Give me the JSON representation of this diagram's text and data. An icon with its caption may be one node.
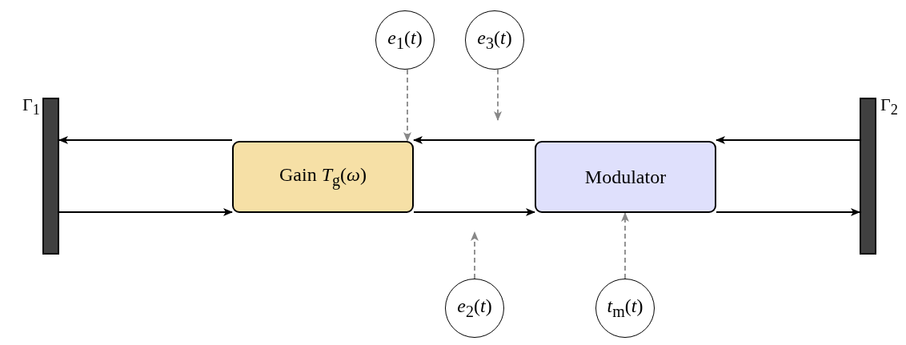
{
  "diagram": {
    "nodes": [
      {
        "text": [],
        "shape": "bar",
        "beside": [
          "Γ$_{1}$"
        ]
      },
      {
        "text": [
          "Gain *T*$_{g}$(*ω*)"
        ]
      },
      {
        "text": [
          "Modulator"
        ]
      },
      {
        "text": [],
        "shape": "bar",
        "beside": [
          "Γ$_{2}$"
        ]
      },
      {
        "text": [
          "*e*$_{1}$(*t*)"
        ]
      },
      {
        "text": [
          "*e*$_{3}$(*t*)"
        ]
      },
      {
        "text": [
          "*e*$_{2}$(*t*)"
        ]
      },
      {
        "text": [
          "*t*$_{m}$(*t*)"
        ]
      }
    ],
    "edges": [
      {
        "from": 1,
        "to": 0,
        "arrow": "to"
      },
      {
        "from": 0,
        "to": 1,
        "arrow": "to"
      },
      {
        "from": 2,
        "to": 1,
        "arrow": "to"
      },
      {
        "from": 1,
        "to": 2,
        "arrow": "to"
      },
      {
        "from": 3,
        "to": 2,
        "arrow": "to"
      },
      {
        "from": 2,
        "to": 3,
        "arrow": "to"
      },
      {
        "from": 4,
        "to": 1,
        "arrow": "to",
        "style": "dashed",
        "color": "#888888"
      },
      {
        "from": 5,
        "to": null,
        "arrow": "to",
        "style": "dashed",
        "color": "#888888"
      },
      {
        "from": 6,
        "to": null,
        "arrow": "to",
        "style": "dashed",
        "color": "#888888"
      },
      {
        "from": 7,
        "to": 2,
        "arrow": "to",
        "style": "dashed",
        "color": "#888888"
      }
    ]
  }
}
